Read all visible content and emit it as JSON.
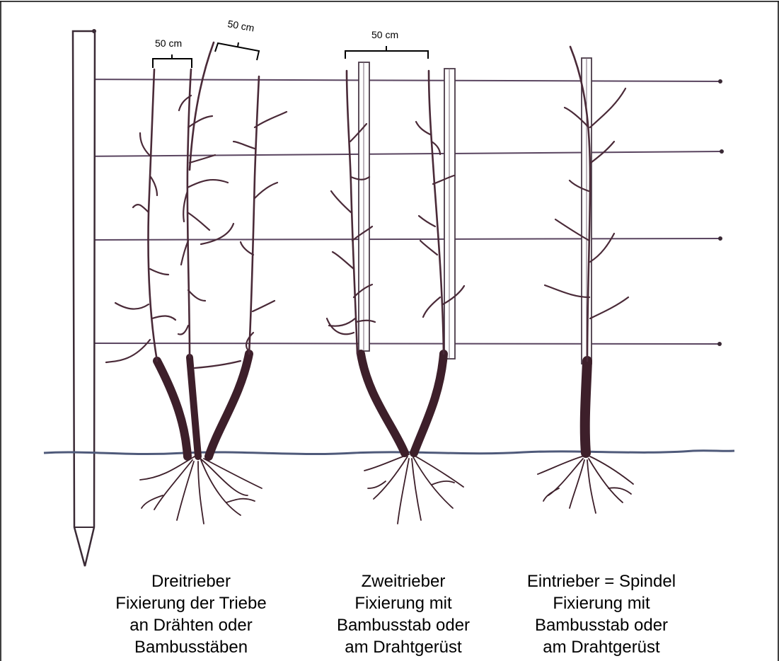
{
  "dimensions": {
    "three_shoot_gap": "50 cm",
    "three_shoot_gap_2": "50 cm",
    "two_shoot_gap": "50 cm"
  },
  "captions": {
    "three_shoot": {
      "line1": "Dreitrieber",
      "line2": "Fixierung der Triebe",
      "line3": "an Drähten oder",
      "line4": "Bambusstäben"
    },
    "two_shoot": {
      "line1": "Zweitrieber",
      "line2": "Fixierung mit",
      "line3": "Bambusstab oder",
      "line4": "am Drahtgerüst"
    },
    "one_shoot": {
      "line1": "Eintrieber = Spindel",
      "line2": "Fixierung mit",
      "line3": "Bambusstab oder",
      "line4": "am Drahtgerüst"
    }
  }
}
